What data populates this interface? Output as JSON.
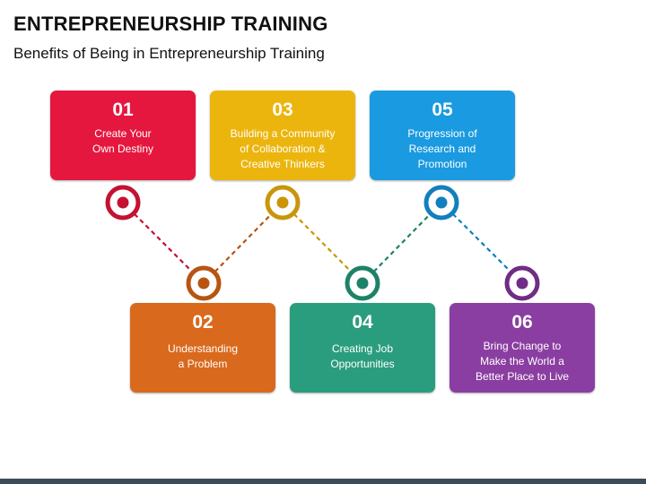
{
  "header": {
    "title": "ENTREPRENEURSHIP TRAINING",
    "subtitle": "Benefits of Being in Entrepreneurship Training"
  },
  "steps": [
    {
      "number": "01",
      "text": "Create Your\nOwn Destiny",
      "color": "#e5173f",
      "ring": "#c41232"
    },
    {
      "number": "02",
      "text": "Understanding\na Problem",
      "color": "#d9691d",
      "ring": "#b85412"
    },
    {
      "number": "03",
      "text": "Building a Community\nof Collaboration &\nCreative Thinkers",
      "color": "#ecb50d",
      "ring": "#c9960a"
    },
    {
      "number": "04",
      "text": "Creating Job\nOpportunities",
      "color": "#2a9d7e",
      "ring": "#1e8268"
    },
    {
      "number": "05",
      "text": "Progression of\nResearch and\nPromotion",
      "color": "#1a9ae0",
      "ring": "#137fbd"
    },
    {
      "number": "06",
      "text": "Bring Change to\nMake the World a\nBetter Place to Live",
      "color": "#8b3ea1",
      "ring": "#6f2d84"
    }
  ]
}
